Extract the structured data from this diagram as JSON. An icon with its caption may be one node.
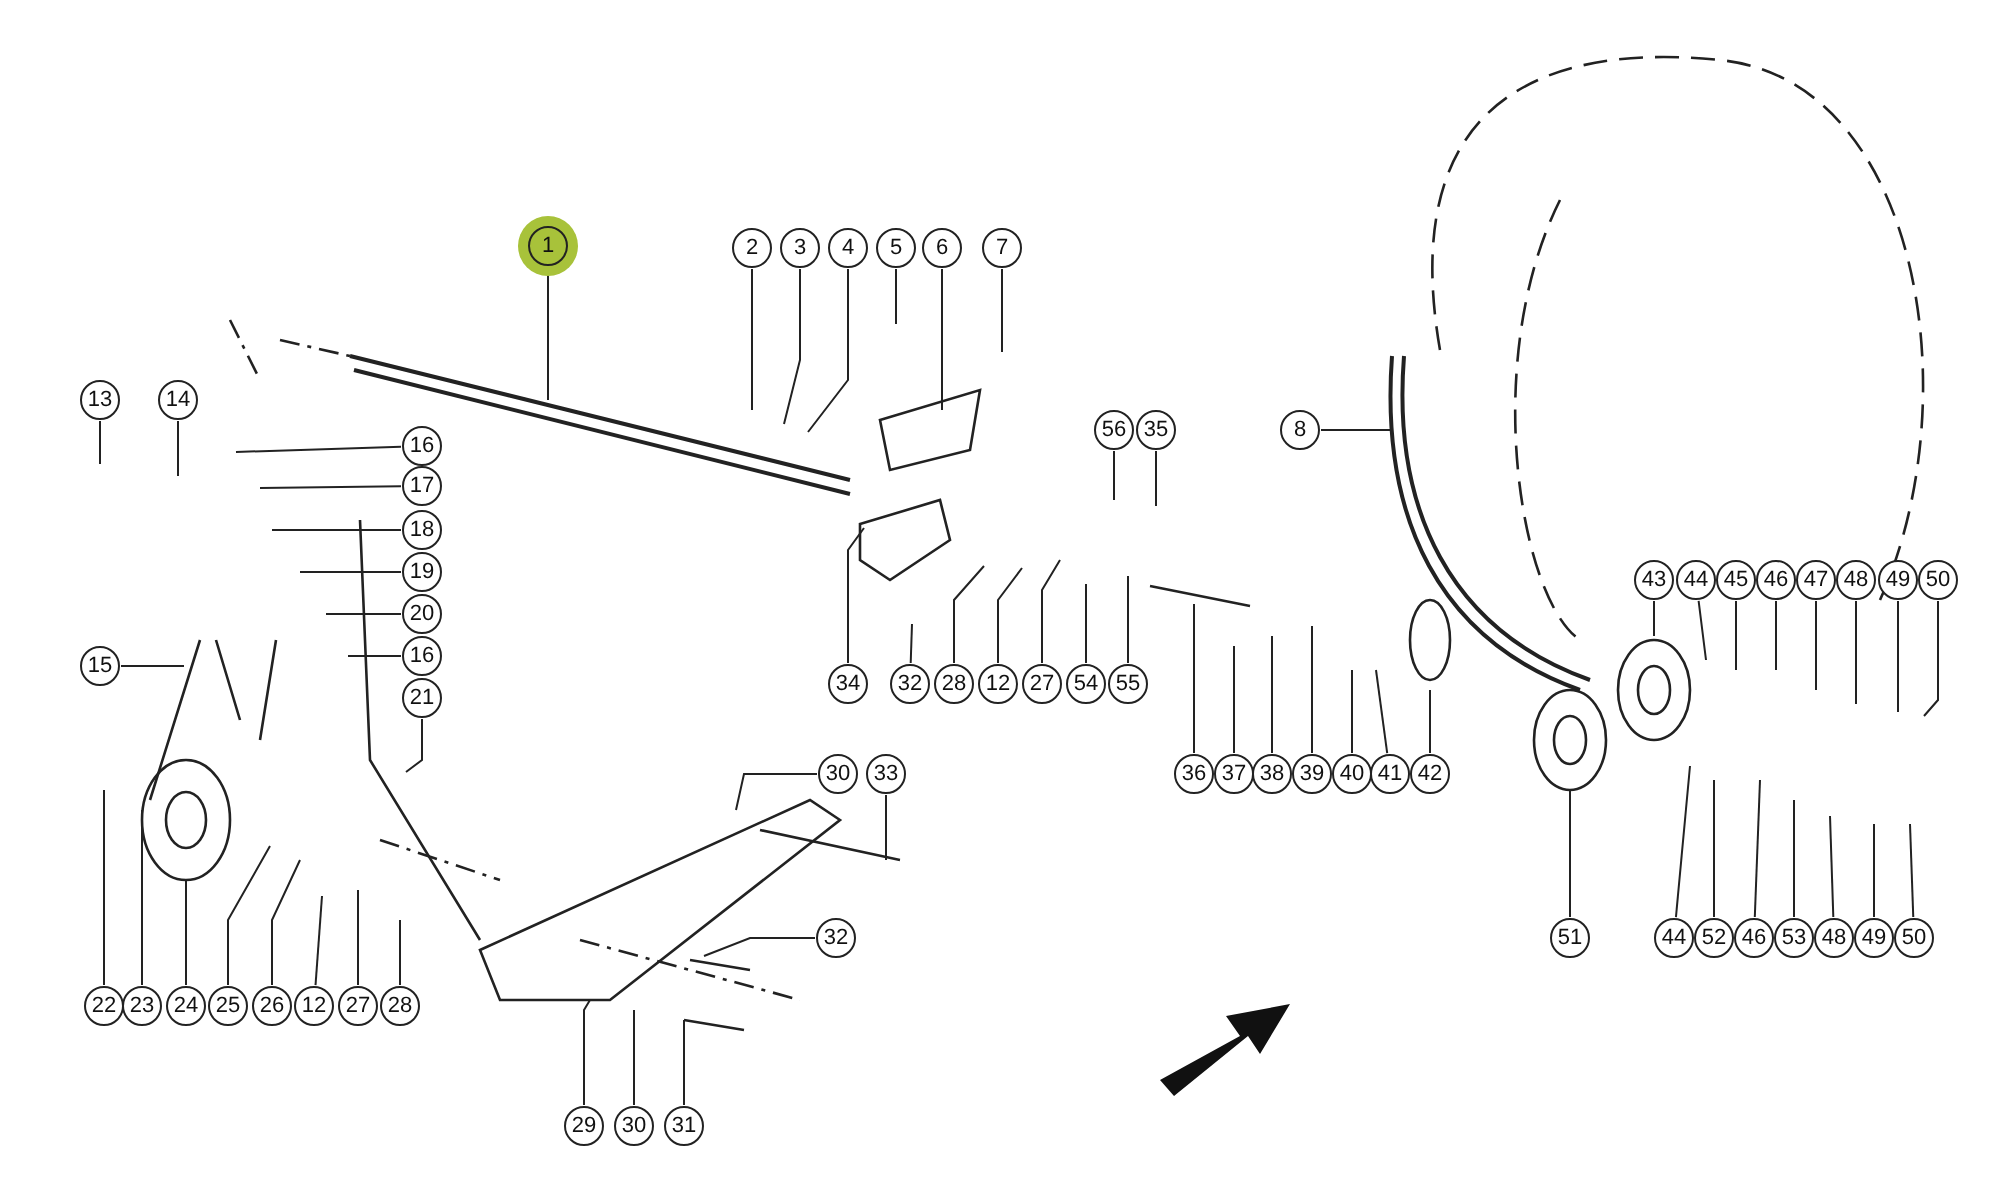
{
  "diagram": {
    "nodes": [
      {
        "text": [
          "1"
        ]
      },
      {
        "text": [
          "2"
        ]
      },
      {
        "text": [
          "3"
        ]
      },
      {
        "text": [
          "4"
        ]
      },
      {
        "text": [
          "5"
        ]
      },
      {
        "text": [
          "6"
        ]
      },
      {
        "text": [
          "7"
        ]
      },
      {
        "text": [
          "13"
        ]
      },
      {
        "text": [
          "14"
        ]
      },
      {
        "text": [
          "16"
        ]
      },
      {
        "text": [
          "17"
        ]
      },
      {
        "text": [
          "18"
        ]
      },
      {
        "text": [
          "19"
        ]
      },
      {
        "text": [
          "20"
        ]
      },
      {
        "text": [
          "16"
        ]
      },
      {
        "text": [
          "15"
        ]
      },
      {
        "text": [
          "21"
        ]
      },
      {
        "text": [
          "22"
        ]
      },
      {
        "text": [
          "23"
        ]
      },
      {
        "text": [
          "24"
        ]
      },
      {
        "text": [
          "25"
        ]
      },
      {
        "text": [
          "26"
        ]
      },
      {
        "text": [
          "12"
        ]
      },
      {
        "text": [
          "27"
        ]
      },
      {
        "text": [
          "28"
        ]
      },
      {
        "text": [
          "34"
        ]
      },
      {
        "text": [
          "32"
        ]
      },
      {
        "text": [
          "28"
        ]
      },
      {
        "text": [
          "12"
        ]
      },
      {
        "text": [
          "27"
        ]
      },
      {
        "text": [
          "54"
        ]
      },
      {
        "text": [
          "55"
        ]
      },
      {
        "text": [
          "56"
        ]
      },
      {
        "text": [
          "35"
        ]
      },
      {
        "text": [
          "8"
        ]
      },
      {
        "text": [
          "36"
        ]
      },
      {
        "text": [
          "37"
        ]
      },
      {
        "text": [
          "38"
        ]
      },
      {
        "text": [
          "39"
        ]
      },
      {
        "text": [
          "40"
        ]
      },
      {
        "text": [
          "41"
        ]
      },
      {
        "text": [
          "42"
        ]
      },
      {
        "text": [
          "43"
        ]
      },
      {
        "text": [
          "44"
        ]
      },
      {
        "text": [
          "45"
        ]
      },
      {
        "text": [
          "46"
        ]
      },
      {
        "text": [
          "47"
        ]
      },
      {
        "text": [
          "48"
        ]
      },
      {
        "text": [
          "49"
        ]
      },
      {
        "text": [
          "50"
        ]
      },
      {
        "text": [
          "30"
        ]
      },
      {
        "text": [
          "33"
        ]
      },
      {
        "text": [
          "51"
        ]
      },
      {
        "text": [
          "44"
        ]
      },
      {
        "text": [
          "52"
        ]
      },
      {
        "text": [
          "46"
        ]
      },
      {
        "text": [
          "53"
        ]
      },
      {
        "text": [
          "48"
        ]
      },
      {
        "text": [
          "49"
        ]
      },
      {
        "text": [
          "50"
        ]
      },
      {
        "text": [
          "32"
        ]
      },
      {
        "text": [
          "29"
        ]
      },
      {
        "text": [
          "30"
        ]
      },
      {
        "text": [
          "31"
        ]
      }
    ],
    "edges": [
      {
        "from": 0,
        "to": null,
        "arrow": "none"
      },
      {
        "from": 1,
        "to": null,
        "arrow": "none"
      },
      {
        "from": 2,
        "to": null,
        "arrow": "none"
      },
      {
        "from": 3,
        "to": null,
        "arrow": "none"
      },
      {
        "from": 4,
        "to": null,
        "arrow": "none"
      },
      {
        "from": 5,
        "to": null,
        "arrow": "none"
      },
      {
        "from": 6,
        "to": null,
        "arrow": "none"
      },
      {
        "from": 7,
        "to": null,
        "arrow": "none"
      },
      {
        "from": 8,
        "to": null,
        "arrow": "none"
      },
      {
        "from": 9,
        "to": null,
        "arrow": "none"
      },
      {
        "from": 10,
        "to": null,
        "arrow": "none"
      },
      {
        "from": 11,
        "to": null,
        "arrow": "none"
      },
      {
        "from": 12,
        "to": null,
        "arrow": "none"
      },
      {
        "from": 13,
        "to": null,
        "arrow": "none"
      },
      {
        "from": 14,
        "to": null,
        "arrow": "none"
      },
      {
        "from": 15,
        "to": null,
        "arrow": "none"
      },
      {
        "from": 16,
        "to": null,
        "arrow": "none"
      },
      {
        "from": 17,
        "to": null,
        "arrow": "none"
      },
      {
        "from": 18,
        "to": null,
        "arrow": "none"
      },
      {
        "from": 19,
        "to": null,
        "arrow": "none"
      },
      {
        "from": 20,
        "to": null,
        "arrow": "none"
      },
      {
        "from": 21,
        "to": null,
        "arrow": "none"
      },
      {
        "from": 22,
        "to": null,
        "arrow": "none"
      },
      {
        "from": 23,
        "to": null,
        "arrow": "none"
      },
      {
        "from": 24,
        "to": null,
        "arrow": "none"
      },
      {
        "from": 25,
        "to": null,
        "arrow": "none"
      },
      {
        "from": 26,
        "to": null,
        "arrow": "none"
      },
      {
        "from": 27,
        "to": null,
        "arrow": "none"
      },
      {
        "from": 28,
        "to": null,
        "arrow": "none"
      },
      {
        "from": 29,
        "to": null,
        "arrow": "none"
      },
      {
        "from": 30,
        "to": null,
        "arrow": "none"
      },
      {
        "from": 31,
        "to": null,
        "arrow": "none"
      },
      {
        "from": 32,
        "to": null,
        "arrow": "none"
      },
      {
        "from": 33,
        "to": null,
        "arrow": "none"
      },
      {
        "from": 34,
        "to": null,
        "arrow": "none"
      },
      {
        "from": 35,
        "to": null,
        "arrow": "none"
      },
      {
        "from": 36,
        "to": null,
        "arrow": "none"
      },
      {
        "from": 37,
        "to": null,
        "arrow": "none"
      },
      {
        "from": 38,
        "to": null,
        "arrow": "none"
      },
      {
        "from": 39,
        "to": null,
        "arrow": "none"
      },
      {
        "from": 40,
        "to": null,
        "arrow": "none"
      },
      {
        "from": 41,
        "to": null,
        "arrow": "none"
      },
      {
        "from": 42,
        "to": null,
        "arrow": "none"
      },
      {
        "from": 43,
        "to": null,
        "arrow": "none"
      },
      {
        "from": 44,
        "to": null,
        "arrow": "none"
      },
      {
        "from": 45,
        "to": null,
        "arrow": "none"
      },
      {
        "from": 46,
        "to": null,
        "arrow": "none"
      },
      {
        "from": 47,
        "to": null,
        "arrow": "none"
      },
      {
        "from": 48,
        "to": null,
        "arrow": "none"
      },
      {
        "from": 49,
        "to": null,
        "arrow": "none"
      },
      {
        "from": 50,
        "to": null,
        "arrow": "none"
      },
      {
        "from": 51,
        "to": null,
        "arrow": "none"
      },
      {
        "from": 52,
        "to": null,
        "arrow": "none"
      },
      {
        "from": 53,
        "to": null,
        "arrow": "none"
      },
      {
        "from": 54,
        "to": null,
        "arrow": "none"
      },
      {
        "from": 55,
        "to": null,
        "arrow": "none"
      },
      {
        "from": 56,
        "to": null,
        "arrow": "none"
      },
      {
        "from": 57,
        "to": null,
        "arrow": "none"
      },
      {
        "from": 58,
        "to": null,
        "arrow": "none"
      },
      {
        "from": 59,
        "to": null,
        "arrow": "none"
      },
      {
        "from": 60,
        "to": null,
        "arrow": "none"
      },
      {
        "from": 61,
        "to": null,
        "arrow": "none"
      },
      {
        "from": 62,
        "to": null,
        "arrow": "none"
      },
      {
        "from": 63,
        "to": null,
        "arrow": "none"
      }
    ]
  }
}
